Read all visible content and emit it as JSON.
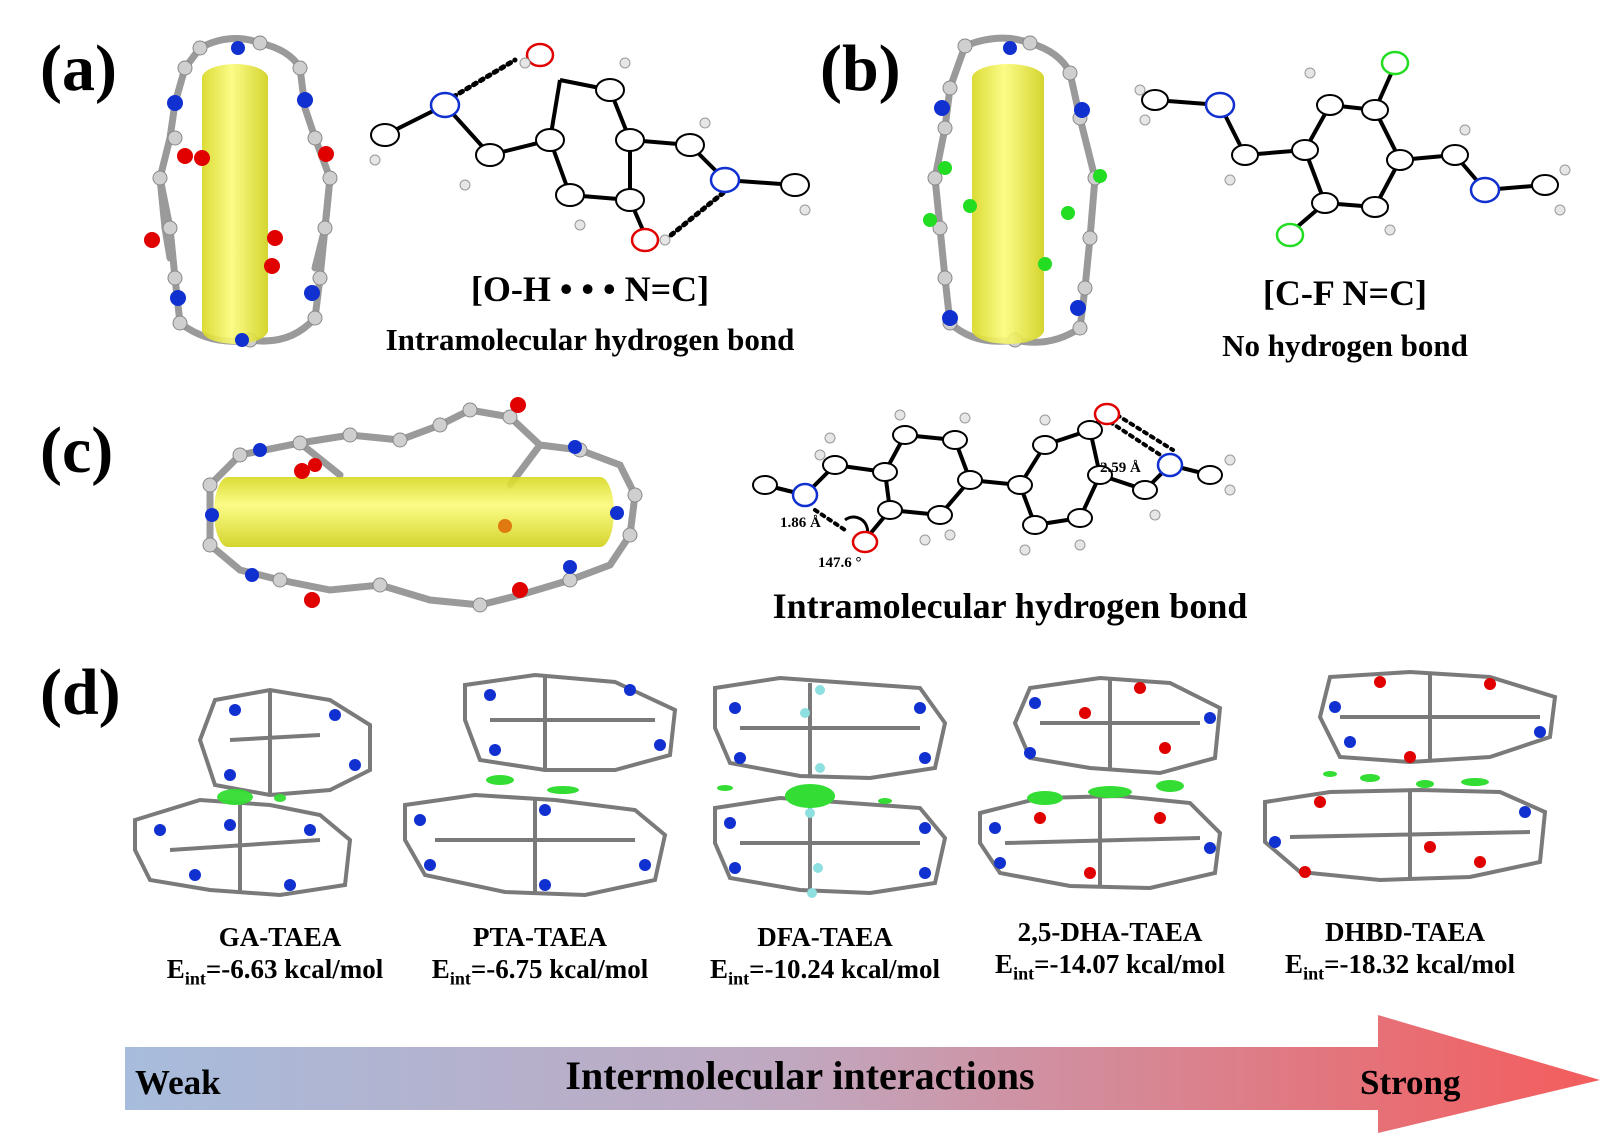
{
  "panels": {
    "a": {
      "label": "(a)",
      "bond": "[O-H • • • N=C]",
      "caption": "Intramolecular hydrogen bond",
      "colors": {
        "heteroatom": "#e00000",
        "nitrogen": "#1030d0"
      }
    },
    "b": {
      "label": "(b)",
      "bond": "[C-F    N=C]",
      "caption": "No hydrogen bond",
      "colors": {
        "heteroatom": "#22dd22",
        "nitrogen": "#1030d0"
      }
    },
    "c": {
      "label": "(c)",
      "caption": "Intramolecular hydrogen bond",
      "distance_1": "1.86 Å",
      "distance_2": "2.59 Å",
      "angle": "147.6 °"
    },
    "d": {
      "label": "(d)",
      "systems": [
        {
          "name": "GA-TAEA",
          "e_prefix": "E",
          "e_sub": "int",
          "e_value": "=-6.63 kcal/mol"
        },
        {
          "name": "PTA-TAEA",
          "e_prefix": "E",
          "e_sub": "int",
          "e_value": "=-6.75 kcal/mol"
        },
        {
          "name": "DFA-TAEA",
          "e_prefix": "E",
          "e_sub": "int",
          "e_value": "=-10.24 kcal/mol"
        },
        {
          "name": "2,5-DHA-TAEA",
          "e_prefix": "E",
          "e_sub": "int",
          "e_value": "=-14.07 kcal/mol"
        },
        {
          "name": "DHBD-TAEA",
          "e_prefix": "E",
          "e_sub": "int",
          "e_value": "=-18.32 kcal/mol"
        }
      ]
    }
  },
  "scale_bar": {
    "weak": "Weak",
    "title": "Intermolecular interactions",
    "strong": "Strong",
    "colors": {
      "start": "#a7bcdc",
      "end": "#f45c5c"
    }
  },
  "colors": {
    "cylinder": "#f0f040",
    "carbon": "#bdbdbd",
    "isosurface": "#33dd33"
  }
}
